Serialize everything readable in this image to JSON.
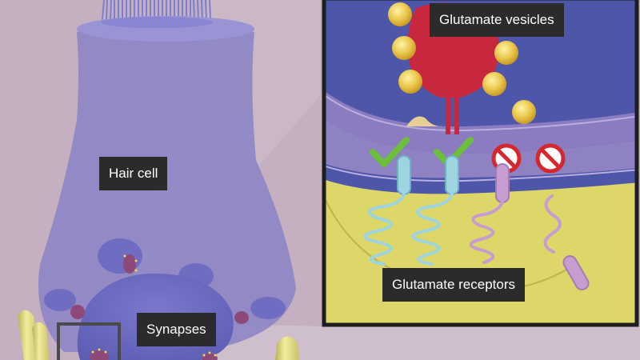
{
  "labels": {
    "hair_cell": "Hair cell",
    "synapses": "Synapses",
    "glutamate_vesicles": "Glutamate vesicles",
    "glutamate_receptors": "Glutamate receptors"
  },
  "receptor_status": [
    "active",
    "active",
    "blocked",
    "blocked"
  ],
  "colors": {
    "background": "#c4b0c0",
    "hair_cell": "#8d83c6",
    "vesicle": "#e8c44a",
    "check": "#6cbf3a",
    "blocked": "#d4282e",
    "active_receptor": "#9ed4e0",
    "blocked_receptor": "#c79cd0"
  }
}
